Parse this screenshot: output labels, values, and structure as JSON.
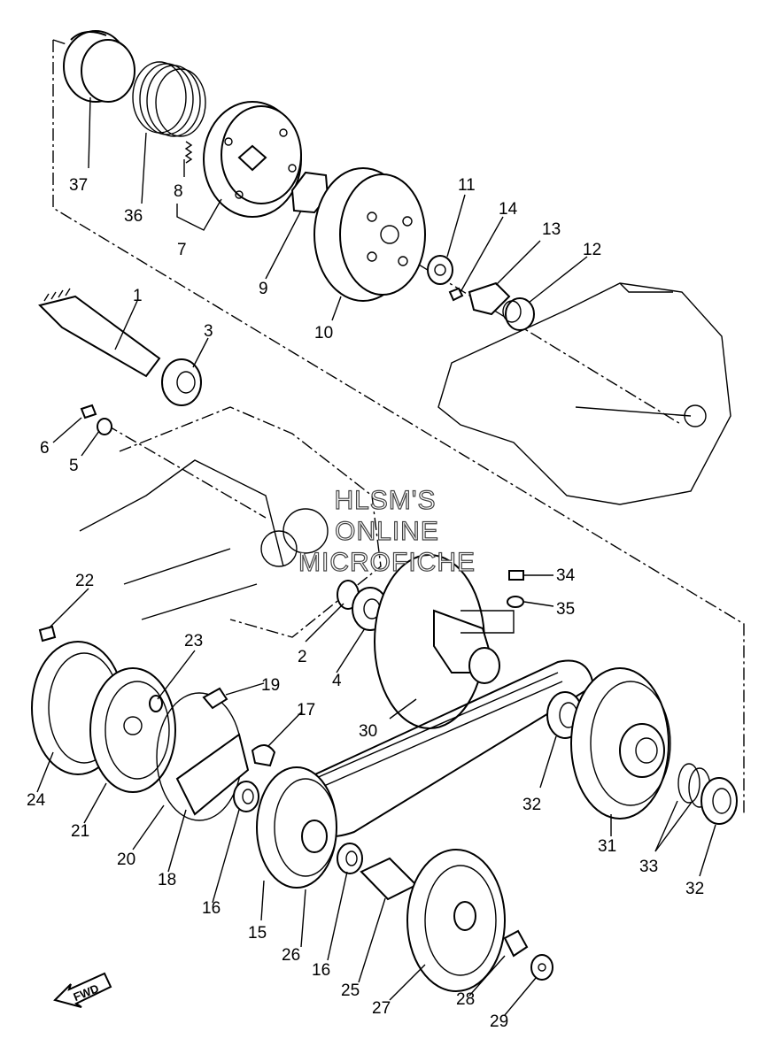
{
  "watermark": {
    "line1": "HLSM'S",
    "line2": "ONLINE",
    "line3": "MICROFICHE"
  },
  "fwd_label": "FWD",
  "callouts": [
    {
      "id": "c1",
      "label": "1"
    },
    {
      "id": "c2",
      "label": "2"
    },
    {
      "id": "c3",
      "label": "3"
    },
    {
      "id": "c4",
      "label": "4"
    },
    {
      "id": "c5",
      "label": "5"
    },
    {
      "id": "c6",
      "label": "6"
    },
    {
      "id": "c7",
      "label": "7"
    },
    {
      "id": "c8",
      "label": "8"
    },
    {
      "id": "c9",
      "label": "9"
    },
    {
      "id": "c10",
      "label": "10"
    },
    {
      "id": "c11",
      "label": "11"
    },
    {
      "id": "c12",
      "label": "12"
    },
    {
      "id": "c13",
      "label": "13"
    },
    {
      "id": "c14",
      "label": "14"
    },
    {
      "id": "c15",
      "label": "15"
    },
    {
      "id": "c16a",
      "label": "16"
    },
    {
      "id": "c16b",
      "label": "16"
    },
    {
      "id": "c17",
      "label": "17"
    },
    {
      "id": "c18",
      "label": "18"
    },
    {
      "id": "c19",
      "label": "19"
    },
    {
      "id": "c20",
      "label": "20"
    },
    {
      "id": "c21",
      "label": "21"
    },
    {
      "id": "c22",
      "label": "22"
    },
    {
      "id": "c23",
      "label": "23"
    },
    {
      "id": "c24",
      "label": "24"
    },
    {
      "id": "c25",
      "label": "25"
    },
    {
      "id": "c26",
      "label": "26"
    },
    {
      "id": "c27",
      "label": "27"
    },
    {
      "id": "c28",
      "label": "28"
    },
    {
      "id": "c29",
      "label": "29"
    },
    {
      "id": "c30",
      "label": "30"
    },
    {
      "id": "c31",
      "label": "31"
    },
    {
      "id": "c32a",
      "label": "32"
    },
    {
      "id": "c32b",
      "label": "32"
    },
    {
      "id": "c33",
      "label": "33"
    },
    {
      "id": "c34",
      "label": "34"
    },
    {
      "id": "c35",
      "label": "35"
    },
    {
      "id": "c36",
      "label": "36"
    },
    {
      "id": "c37",
      "label": "37"
    }
  ]
}
